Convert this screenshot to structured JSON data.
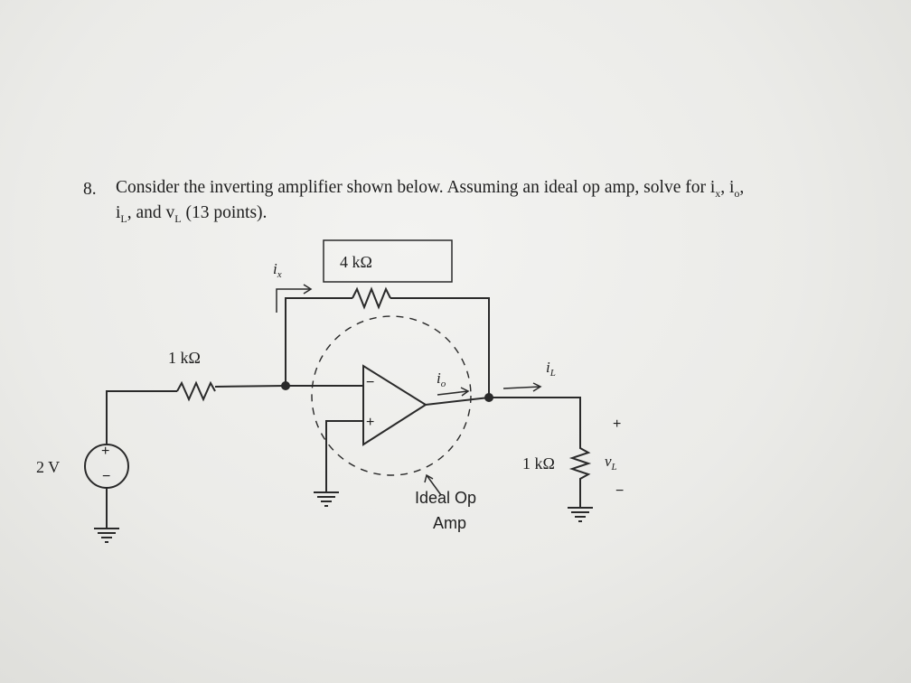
{
  "question": {
    "number": "8.",
    "line1": "Consider the inverting amplifier shown below. Assuming an ideal op amp, solve for i",
    "line1_sub_x": "x",
    "line1_sep": ", i",
    "line1_sub_o": "o",
    "line1_end": ",",
    "line2_start": "i",
    "line2_sub_L": "L",
    "line2_mid": ", and v",
    "line2_sub_L2": "L",
    "line2_end": " (13 points)."
  },
  "circuit": {
    "source_label": "2 V",
    "source_plus": "+",
    "source_minus": "−",
    "input_resistor": "1 kΩ",
    "feedback_resistor": "4 kΩ",
    "load_resistor": "1 kΩ",
    "current_ix": "i",
    "current_ix_sub": "x",
    "current_io": "i",
    "current_io_sub": "o",
    "current_iL": "i",
    "current_iL_sub": "L",
    "voltage_vL": "v",
    "voltage_vL_sub": "L",
    "vL_plus": "+",
    "vL_minus": "−",
    "opamp_minus": "−",
    "opamp_plus": "+",
    "callout_line1": "Ideal Op",
    "callout_line2": "Amp"
  }
}
